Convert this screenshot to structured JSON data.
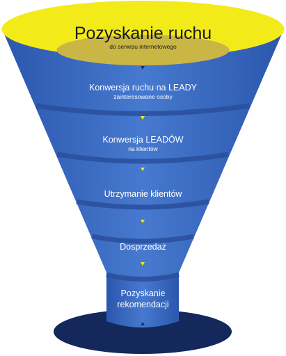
{
  "colors": {
    "funnel_blue": "#3a68c0",
    "funnel_blue_dark": "#1f3f85",
    "rim_yellow": "#f3ea1a",
    "rim_inner": "#c9b645",
    "base_navy": "#14285c",
    "arrow_yellow": "#f3ea1a"
  },
  "top": {
    "title": "Pozyskanie ruchu",
    "subtitle": "do serwisu internetowego"
  },
  "stages": [
    {
      "label": "Konwersja ruchu na LEADY",
      "sublabel": "zainteresowane osoby"
    },
    {
      "label": "Konwersja LEADÓW",
      "sublabel": "na klientów"
    },
    {
      "label": "Utrzymanie klientów",
      "sublabel": ""
    },
    {
      "label": "Dosprzedaż",
      "sublabel": ""
    },
    {
      "label": "Pozyskanie",
      "sublabel": "rekomendacji"
    }
  ]
}
